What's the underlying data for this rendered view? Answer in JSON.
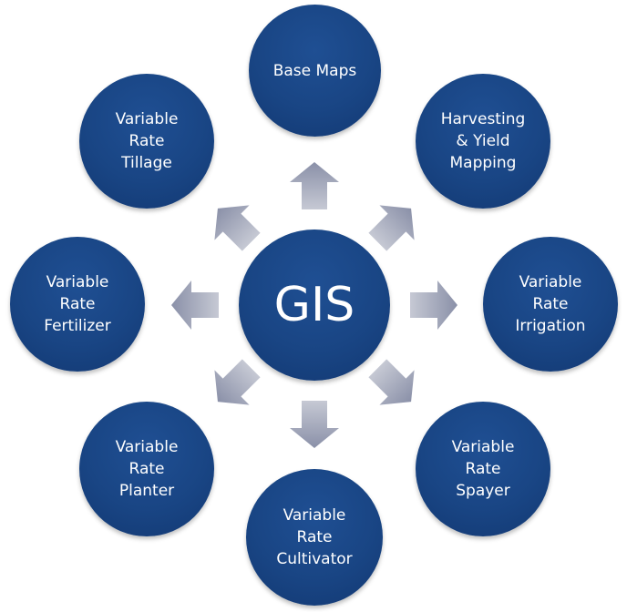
{
  "center": {
    "label": "GIS"
  },
  "nodes": [
    {
      "id": "base-maps",
      "label": "Base Maps"
    },
    {
      "id": "harvesting-yield-mapping",
      "label": "Harvesting\n& Yield\nMapping"
    },
    {
      "id": "variable-rate-irrigation",
      "label": "Variable\nRate\nIrrigation"
    },
    {
      "id": "variable-rate-spayer",
      "label": "Variable\nRate\nSpayer"
    },
    {
      "id": "variable-rate-cultivator",
      "label": "Variable\nRate\nCultivator"
    },
    {
      "id": "variable-rate-planter",
      "label": "Variable\nRate\nPlanter"
    },
    {
      "id": "variable-rate-fertilizer",
      "label": "Variable\nRate\nFertilizer"
    },
    {
      "id": "variable-rate-tillage",
      "label": "Variable\nRate\nTillage"
    }
  ],
  "colors": {
    "node": "#194584",
    "arrow_dark": "#8a90a8",
    "arrow_light": "#c6c9d4"
  }
}
